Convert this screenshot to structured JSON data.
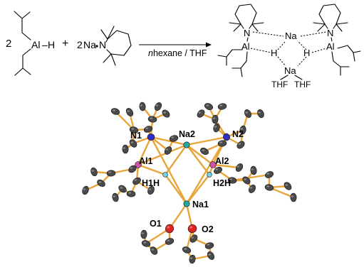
{
  "scheme": {
    "coef_left": "2",
    "plus": "+",
    "coef_right": "2",
    "Na": "Na",
    "N": "N",
    "Al": "Al",
    "H": "H",
    "bond_sep": "–",
    "arrow_label_italic": "n",
    "arrow_label_rest": "hexane / THF",
    "THF_1": "THF",
    "THF_2": "THF"
  },
  "structure": {
    "labels": {
      "N1": "N1",
      "Na2": "Na2",
      "N2": "N2",
      "Al1": "Al1",
      "Al2": "Al2",
      "H1H": "H1H",
      "H2H": "H2H",
      "Na1": "Na1",
      "O1": "O1",
      "O2": "O2"
    }
  },
  "colors": {
    "bond": "#e8a53a",
    "carbon": "#4a4a4a",
    "nitrogen": "#2f2fc8",
    "sodium": "#2aa6a0",
    "aluminium": "#cc55aa",
    "hydrogen": "#6fd3ee",
    "oxygen": "#dd2222"
  }
}
